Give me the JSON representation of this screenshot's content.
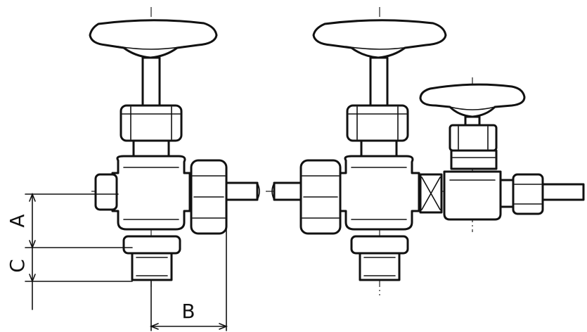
{
  "dimensions": {
    "a_label": "A",
    "b_label": "B",
    "c_label": "C"
  },
  "colors": {
    "ink": "#111111",
    "background": "#ffffff"
  }
}
